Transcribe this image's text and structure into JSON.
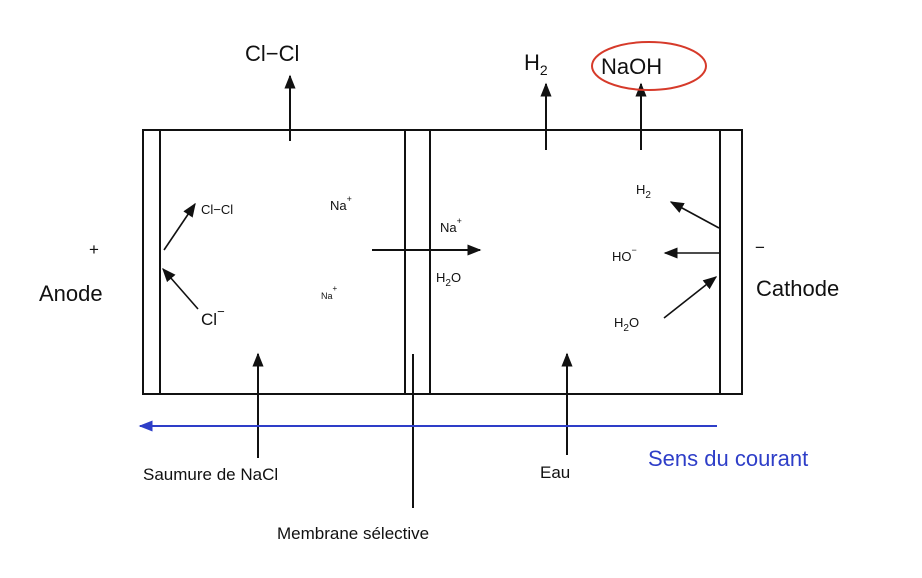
{
  "outputs": {
    "chlorine": "Cl−Cl",
    "hydrogen": "H",
    "hydrogen_sub": "2",
    "naoh": "NaOH"
  },
  "anode": {
    "sign": "+",
    "label": "Anode"
  },
  "cathode": {
    "sign": "−",
    "label": "Cathode"
  },
  "left_compartment": {
    "cl2": "Cl−Cl",
    "chloride": "Cl",
    "chloride_charge": "−",
    "na_top": "Na",
    "na_bottom": "Na",
    "na_charge": "+"
  },
  "right_compartment": {
    "na": "Na",
    "na_charge": "+",
    "water_a": "H",
    "water_sub": "2",
    "water_b": "O",
    "h2": "H",
    "h2_sub": "2",
    "hydroxide": "HO",
    "hydroxide_charge": "−"
  },
  "inputs": {
    "brine": "Saumure de NaCl",
    "water": "Eau"
  },
  "membrane_label": "Membrane sélective",
  "current_label": "Sens du courant",
  "colors": {
    "ink": "#111111",
    "current_arrow": "#2e3ec8",
    "naoh_highlight": "#d63a2a"
  }
}
